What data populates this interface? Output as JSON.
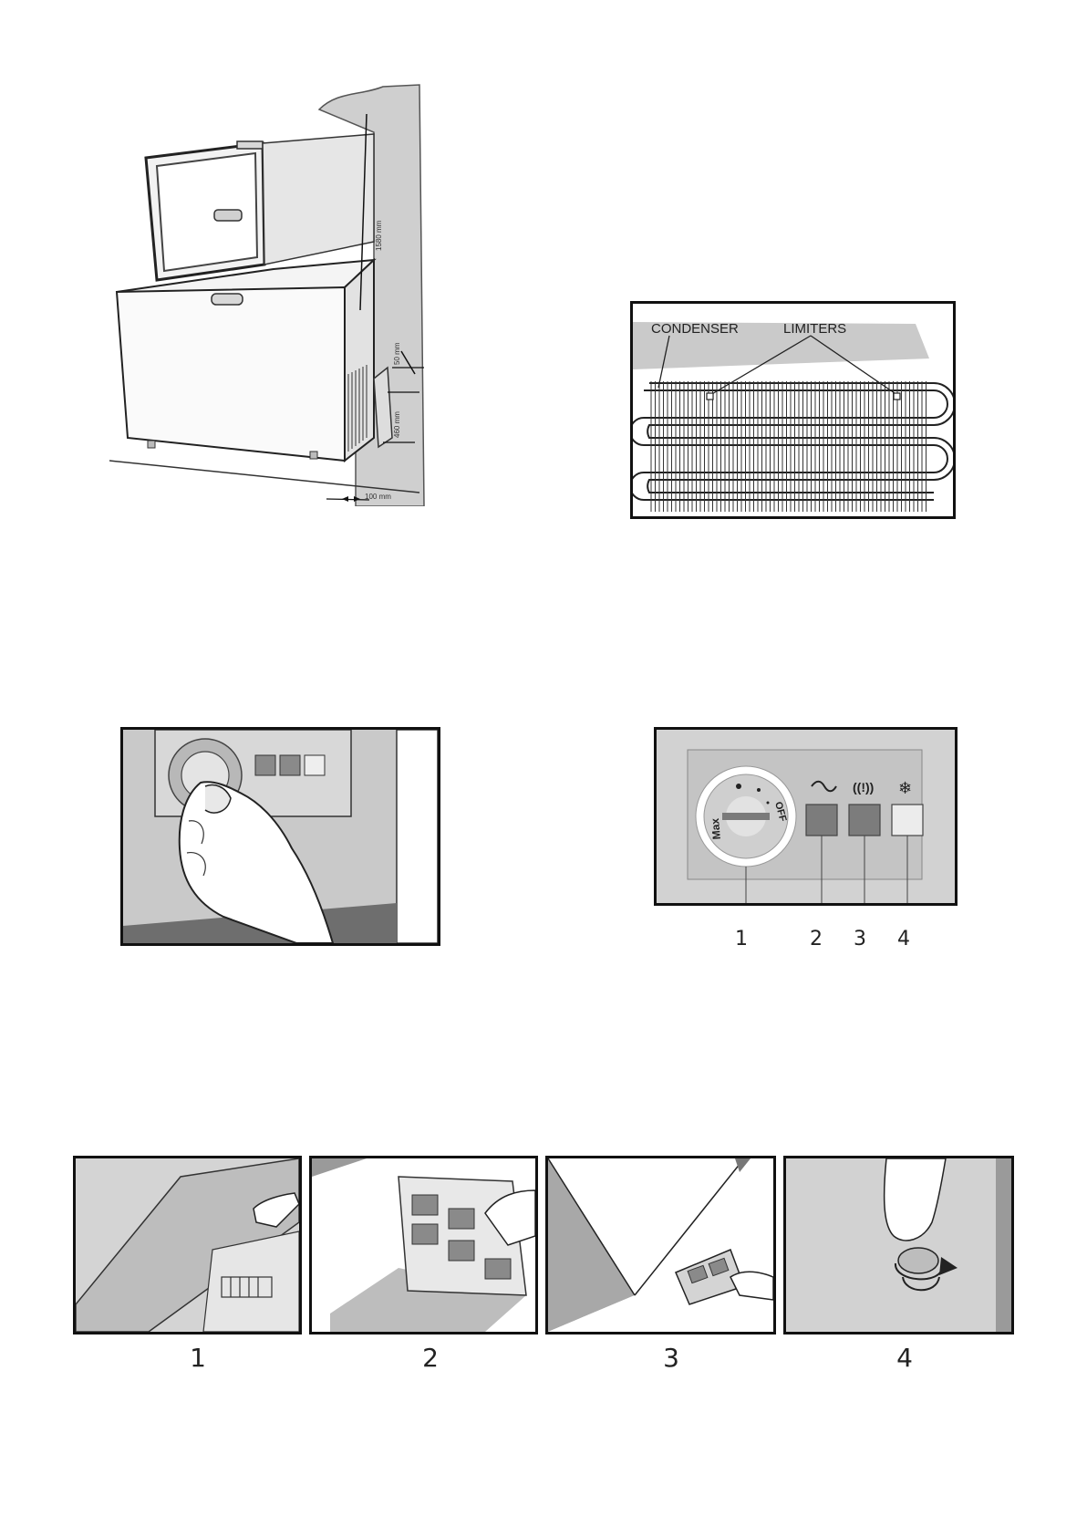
{
  "installation": {
    "height_label": "1580 mm",
    "top_gap_label": "50 mm",
    "vent_height_label": "460 mm",
    "back_gap_label": "100 mm"
  },
  "condenser": {
    "condenser_label": "CONDENSER",
    "limiters_label": "LIMITERS"
  },
  "control_panel": {
    "dial_text_max": "Max",
    "dial_text_off": "OFF",
    "callouts": [
      "1",
      "2",
      "3",
      "4"
    ]
  },
  "steps": [
    "1",
    "2",
    "3",
    "4"
  ],
  "colors": {
    "wall": "#c8c8c8",
    "panel_grey": "#cfcfcf",
    "lamp_dark": "#7c7c7c",
    "lamp_light": "#ececec",
    "outline": "#111111"
  }
}
